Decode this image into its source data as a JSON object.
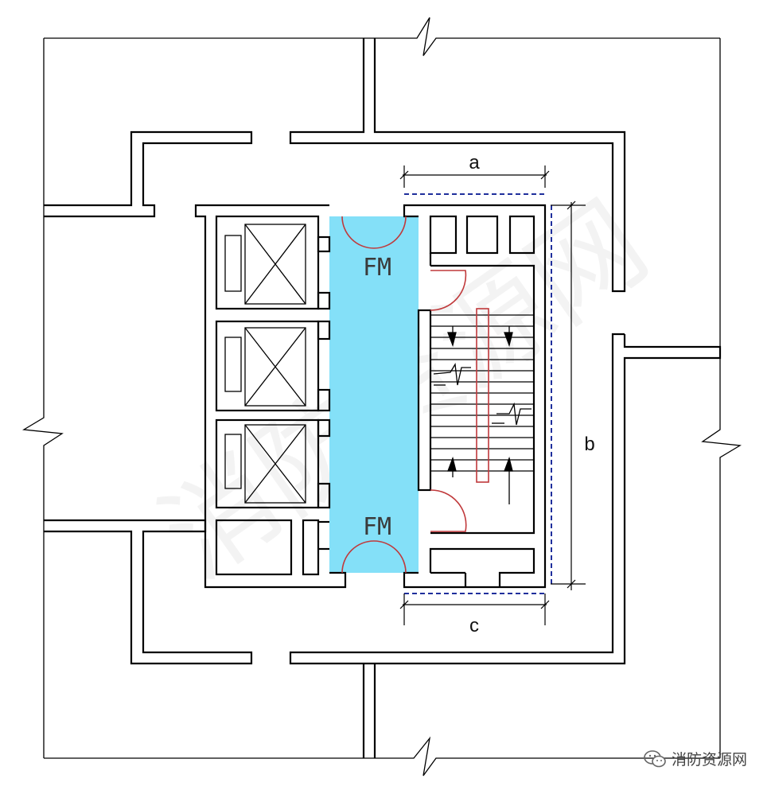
{
  "labels": {
    "fm_top": "FM",
    "fm_bottom": "FM",
    "dim_a": "a",
    "dim_b": "b",
    "dim_c": "c"
  },
  "source": {
    "name": "消防资源网",
    "icon": "wechat-icon"
  },
  "watermark": {
    "text": "消防资源网"
  },
  "colors": {
    "lobby_fill": "#84e0f8",
    "door_swing": "#c0393b",
    "dimension_dash": "#1f2f9c",
    "wall": "#000000"
  }
}
